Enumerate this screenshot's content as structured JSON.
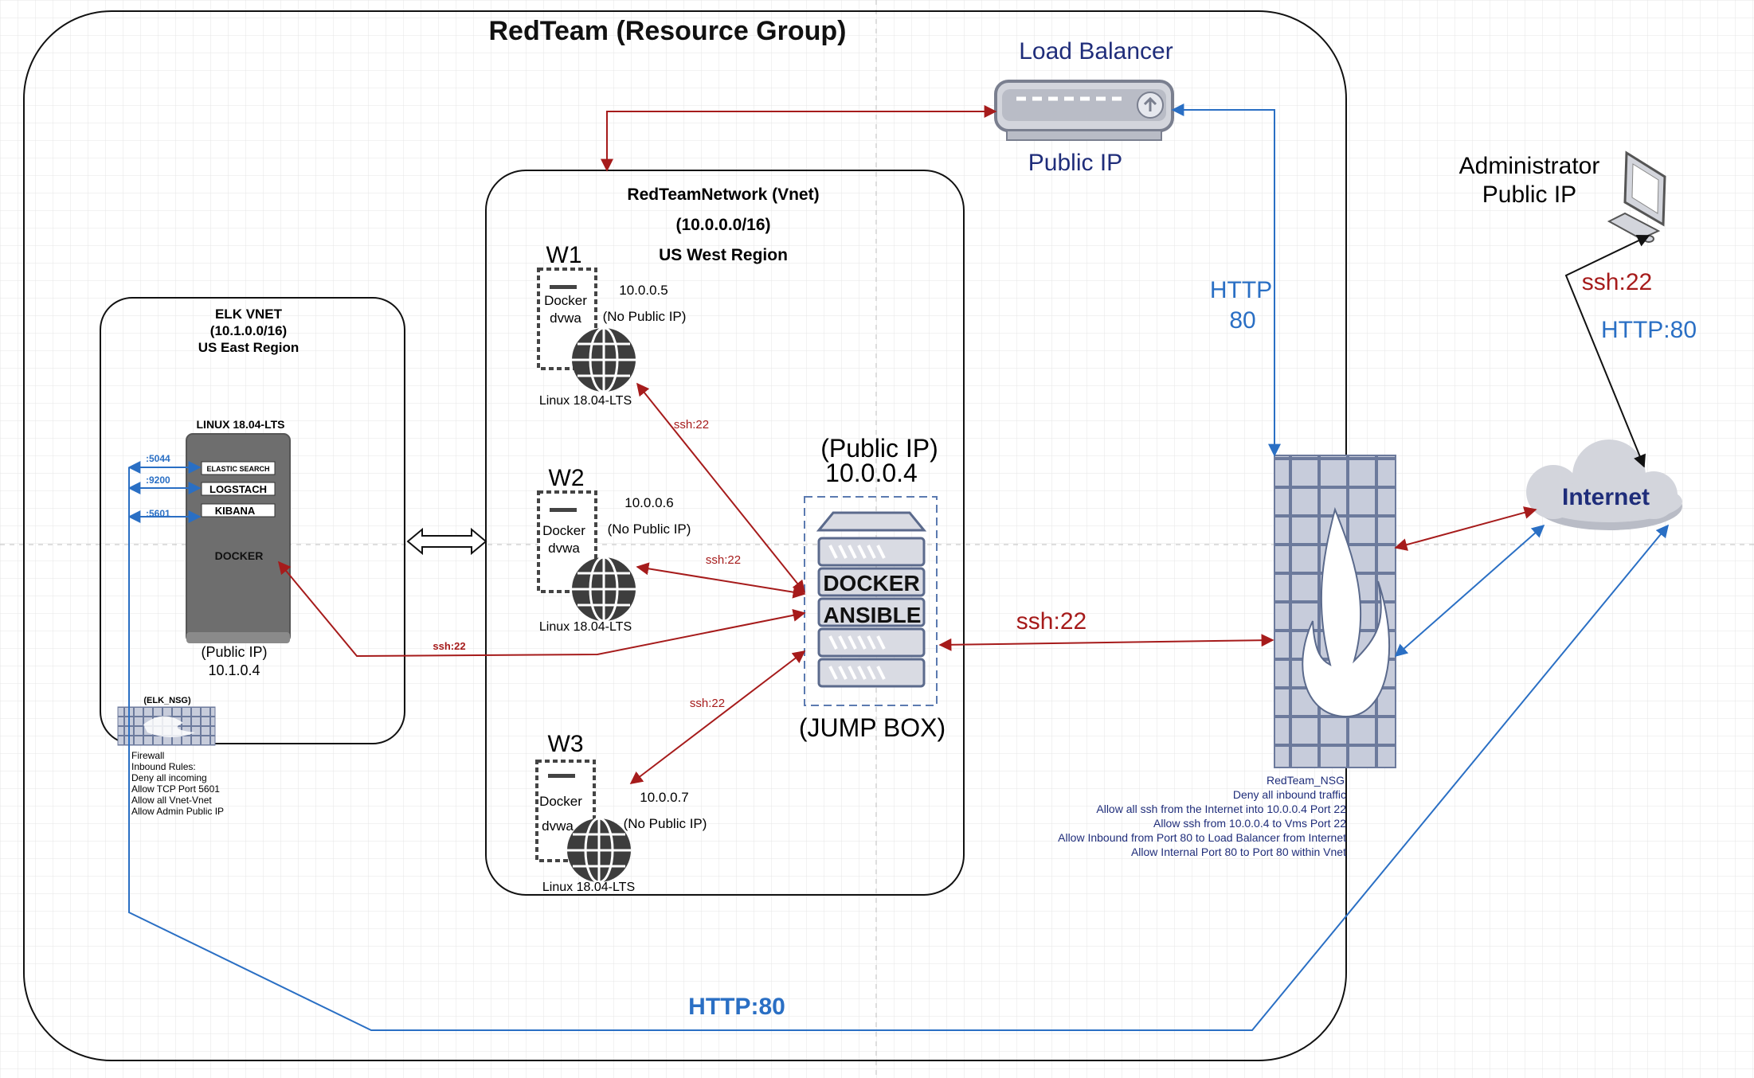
{
  "resource_group": {
    "title": "RedTeam (Resource Group)"
  },
  "load_balancer": {
    "label": "Load Balancer",
    "public_ip": "Public IP"
  },
  "admin": {
    "line1": "Administrator",
    "line2": "Public IP",
    "ssh": "ssh:22",
    "http": "HTTP:80"
  },
  "internet": {
    "label": "Internet"
  },
  "lb_http": {
    "line1": "HTTP",
    "line2": "80"
  },
  "vnet": {
    "title": "RedTeamNetwork (Vnet)",
    "cidr": "(10.0.0.0/16)",
    "region": "US West Region"
  },
  "elk_vnet": {
    "title": "ELK VNET",
    "cidr": "(10.1.0.0/16)",
    "region": "US East Region"
  },
  "elk_server": {
    "os": "LINUX 18.04-LTS",
    "services": [
      "ELASTIC SEARCH",
      "LOGSTACH",
      "KIBANA"
    ],
    "ports": [
      ":5044",
      ":9200",
      ":5601"
    ],
    "docker": "DOCKER",
    "public_ip": "(Public IP)",
    "ip": "10.1.0.4"
  },
  "elk_nsg": {
    "name": "(ELK_NSG)",
    "rules": [
      "Firewall",
      "Inbound Rules:",
      "Deny all incoming",
      "Allow TCP Port 5601",
      "Allow all Vnet-Vnet",
      "Allow Admin Public IP"
    ]
  },
  "webs": [
    {
      "name": "W1",
      "docker": "Docker",
      "app": "dvwa",
      "ip": "10.0.0.5",
      "note": "(No Public IP)",
      "os": "Linux 18.04-LTS"
    },
    {
      "name": "W2",
      "docker": "Docker",
      "app": "dvwa",
      "ip": "10.0.0.6",
      "note": "(No Public IP)",
      "os": "Linux 18.04-LTS"
    },
    {
      "name": "W3",
      "docker": "Docker",
      "app": "dvwa",
      "ip": "10.0.0.7",
      "note": "(No Public IP)",
      "os": "Linux 18.04-LTS"
    }
  ],
  "jump_box": {
    "public_ip": "(Public IP)",
    "ip": "10.0.0.4",
    "docker": "DOCKER",
    "ansible": "ANSIBLE",
    "label": "(JUMP BOX)"
  },
  "links": {
    "ssh_small": "ssh:22",
    "ssh_big": "ssh:22",
    "http_bottom": "HTTP:80"
  },
  "redteam_nsg": {
    "lines": [
      "RedTeam_NSG",
      "Deny all inbound traffic",
      "Allow all ssh from the Internet into 10.0.0.4 Port 22",
      "Allow ssh from 10.0.0.4 to Vms Port 22",
      "Allow Inbound from Port 80 to Load Balancer from Internet",
      "Allow Internal Port 80 to Port 80 within Vnet"
    ]
  },
  "colors": {
    "red": "#a61b1b",
    "blue": "#2a6fc4",
    "navy": "#1f2d7a",
    "grid": "#e4e4e4",
    "gray": "#6e6e6e"
  }
}
